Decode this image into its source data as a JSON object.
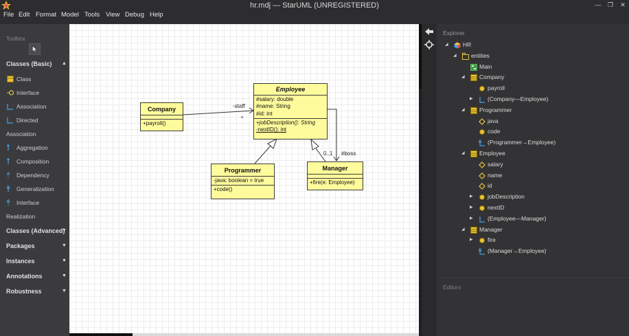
{
  "window": {
    "title": "hr.mdj — StarUML (UNREGISTERED)",
    "minimize": "—",
    "restore": "❐",
    "close": "✕"
  },
  "menu": [
    "File",
    "Edit",
    "Format",
    "Model",
    "Tools",
    "View",
    "Debug",
    "Help"
  ],
  "toolbox": {
    "title": "Toolbox",
    "classes_basic": "Classes (Basic)",
    "basic_items": [
      "Class",
      "Interface",
      "Association",
      "Directed"
    ],
    "association_label": "Association",
    "assoc_items": [
      "Aggregation",
      "Composition",
      "Dependency",
      "Generalization",
      "Interface"
    ],
    "realization_label": "Realization",
    "groups": [
      "Classes (Advanced)",
      "Packages",
      "Instances",
      "Annotations",
      "Robustness"
    ]
  },
  "diagram": {
    "employee": {
      "name": "Employee",
      "attributes": [
        "#salary: double",
        "#name: String",
        "#id: int"
      ],
      "operations": [
        "+jobDescription(): String",
        "-nextID(): int"
      ]
    },
    "company": {
      "name": "Company",
      "operations": [
        "+payroll()"
      ]
    },
    "programmer": {
      "name": "Programmer",
      "attributes": [
        "-java: boolean = true"
      ],
      "operations": [
        "+code()"
      ]
    },
    "manager": {
      "name": "Manager",
      "operations": [
        "+fire(e: Employee)"
      ]
    },
    "edge_labels": {
      "staff_role": "-staff",
      "staff_mult": "*",
      "boss_role": "#boss",
      "boss_mult": "0..1"
    }
  },
  "explorer": {
    "title": "Explorer",
    "tree": [
      {
        "label": "HR",
        "icon": "project-icon",
        "arrow": "expanded"
      },
      {
        "label": "entities",
        "icon": "package-icon",
        "arrow": "expanded"
      },
      {
        "label": "Main",
        "icon": "diagram-icon",
        "arrow": "none"
      },
      {
        "label": "Company",
        "icon": "class-icon",
        "arrow": "expanded"
      },
      {
        "label": "payroll",
        "icon": "operation-icon",
        "arrow": "none"
      },
      {
        "label": "(Company—Employee)",
        "icon": "association-icon",
        "arrow": "collapsed"
      },
      {
        "label": "Programmer",
        "icon": "class-icon",
        "arrow": "expanded"
      },
      {
        "label": "java",
        "icon": "attribute-icon",
        "arrow": "none"
      },
      {
        "label": "code",
        "icon": "operation-icon",
        "arrow": "none"
      },
      {
        "label": "(Programmer→Employee)",
        "icon": "generalization-icon",
        "arrow": "none"
      },
      {
        "label": "Employee",
        "icon": "class-icon",
        "arrow": "expanded"
      },
      {
        "label": "salary",
        "icon": "attribute-icon",
        "arrow": "none"
      },
      {
        "label": "name",
        "icon": "attribute-icon",
        "arrow": "none"
      },
      {
        "label": "id",
        "icon": "attribute-icon",
        "arrow": "none"
      },
      {
        "label": "jobDescription",
        "icon": "operation-icon",
        "arrow": "collapsed"
      },
      {
        "label": "nextID",
        "icon": "operation-icon",
        "arrow": "collapsed"
      },
      {
        "label": "(Employee—Manager)",
        "icon": "association-icon",
        "arrow": "collapsed"
      },
      {
        "label": "Manager",
        "icon": "class-icon",
        "arrow": "expanded"
      },
      {
        "label": "fire",
        "icon": "operation-icon",
        "arrow": "collapsed"
      },
      {
        "label": "(Manager→Employee)",
        "icon": "generalization-icon",
        "arrow": "none"
      }
    ]
  },
  "editors": {
    "title": "Editors"
  },
  "colors": {
    "class_fill": "#fefb9c",
    "panel_bg": "#333335",
    "toolbox_bg": "#3b3b3e",
    "icon_yellow": "#e8c43a",
    "icon_blue": "#4aa0e0",
    "icon_green": "#5cb85c"
  }
}
